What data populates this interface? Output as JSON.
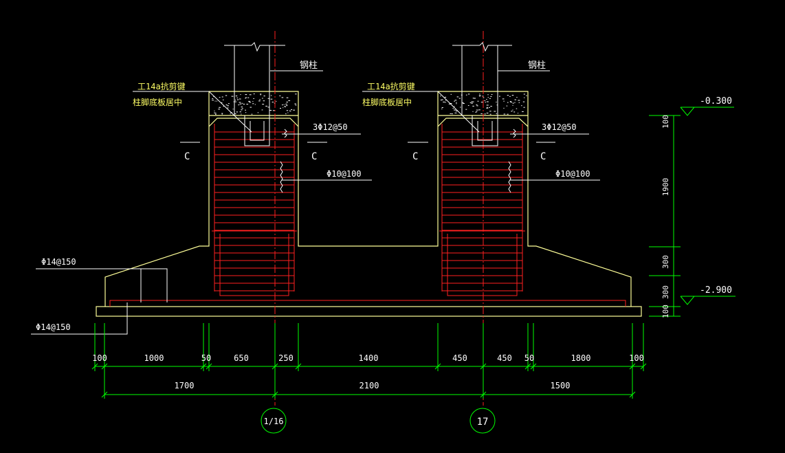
{
  "colors": {
    "background": "#000000",
    "outline": "#ffff99",
    "rebar": "#ff2020",
    "axis": "#ff2020",
    "leader": "#ffffff",
    "dim": "#00ff00",
    "text_white": "#ffffff",
    "text_yellow": "#ffff66",
    "concrete": "#ffffff"
  },
  "labels": {
    "steel_column_left": "钢柱",
    "steel_column_right": "钢柱",
    "shear_key_left": "工14a抗剪键",
    "shear_key_right": "工14a抗剪键",
    "base_plate_left": "柱脚底板居中",
    "base_plate_right": "柱脚底板居中",
    "stirrup_top_left": "3Φ12@50",
    "stirrup_top_right": "3Φ12@50",
    "stirrup_left": "Φ10@100",
    "stirrup_right": "Φ10@100",
    "bottom_bar_top": "Φ14@150",
    "bottom_bar_bottom": "Φ14@150",
    "section_mark": "C",
    "elev_top": "-0.300",
    "elev_bottom": "-2.900"
  },
  "dims_row1": [
    "100",
    "1000",
    "50",
    "650",
    "250",
    "1400",
    "450",
    "450",
    "50",
    "1800",
    "100"
  ],
  "dims_row2": [
    "1700",
    "2100",
    "1500"
  ],
  "dims_vertical": [
    "100",
    "1900",
    "300",
    "300",
    "100"
  ],
  "axes": [
    "1/16",
    "17"
  ]
}
